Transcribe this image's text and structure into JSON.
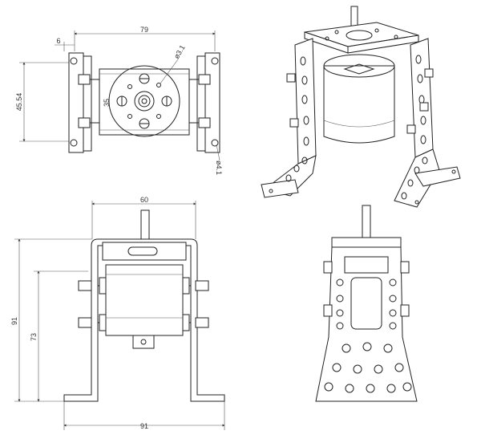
{
  "dimensions": {
    "top_view": {
      "overall_width": "79",
      "flange_offset": "6",
      "hole_pitch": "45.54",
      "center_dim": "35",
      "motor_hole": "ø3.1",
      "mount_hole": "ø4.1"
    },
    "front_view": {
      "width": "60",
      "height": "91",
      "hole_height": "73",
      "base_width": "91"
    }
  },
  "colors": {
    "line": "#222222",
    "dim_line": "#555555",
    "paper": "#ffffff"
  }
}
